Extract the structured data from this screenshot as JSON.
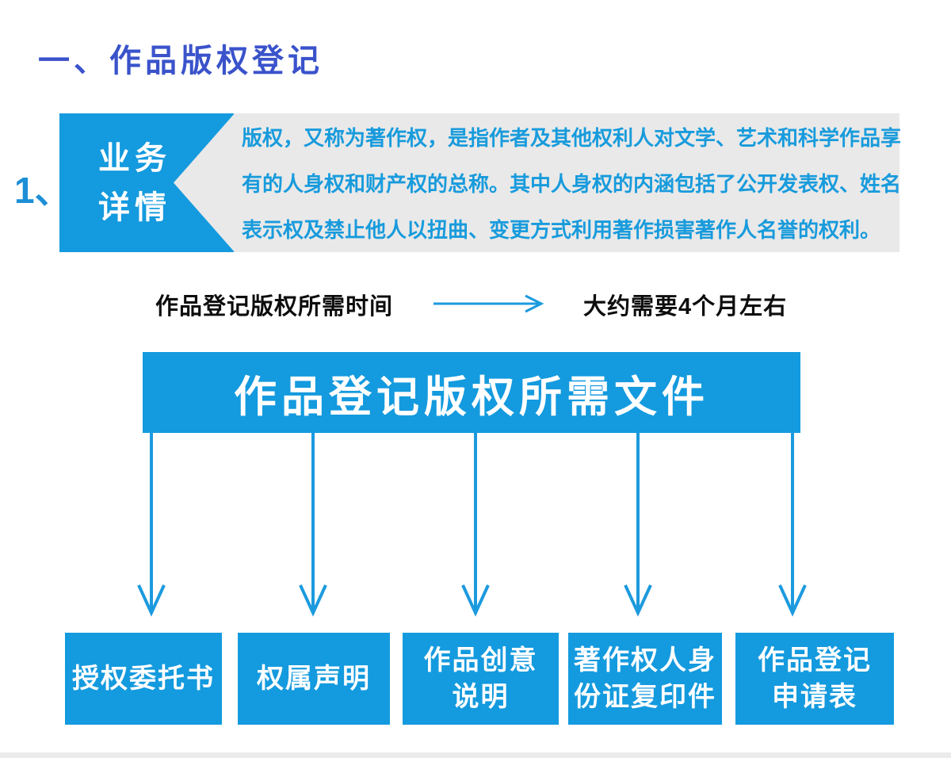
{
  "page": {
    "title": "一、作品版权登记",
    "item_number": "1、"
  },
  "badge": {
    "line1": "业务",
    "line2": "详情"
  },
  "description": {
    "lines": [
      "版权，又称为著作权，是指作者及其他权利人对文学、艺术和科学作品享",
      "有的人身权和财产权的总称。其中人身权的内涵包括了公开发表权、姓名",
      "表示权及禁止他人以扭曲、变更方式利用著作损害著作人名誉的权利。"
    ]
  },
  "timeline": {
    "label": "作品登记版权所需时间",
    "value": "大约需要4个月左右",
    "arrow_icon": "right-arrow-icon"
  },
  "documents": {
    "header": "作品登记版权所需文件",
    "arrow_icon": "down-arrow-icon",
    "items": [
      {
        "label": "授权委托书"
      },
      {
        "label": "权属声明"
      },
      {
        "label": "作品创意\n说明"
      },
      {
        "label": "著作权人身\n份证复印件"
      },
      {
        "label": "作品登记\n申请表"
      }
    ]
  },
  "colors": {
    "accent_blue": "#149ade",
    "title_blue": "#3a53cb",
    "light_blue_text": "#189bdc",
    "panel_gray": "#e9e9e9",
    "text_dark": "#0d0d0d"
  }
}
